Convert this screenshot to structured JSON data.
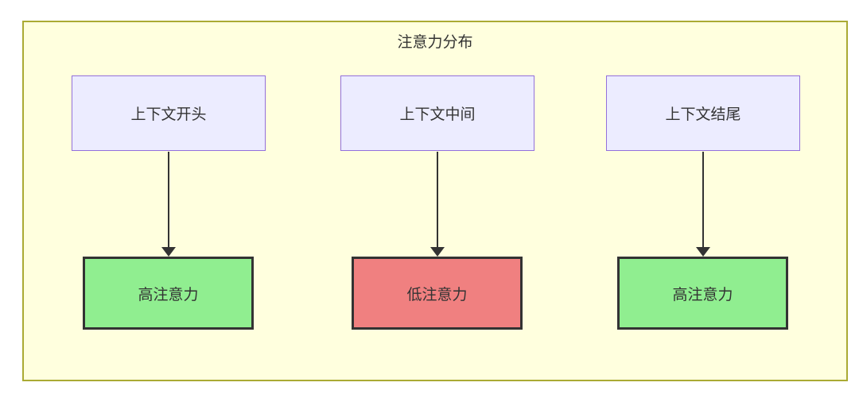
{
  "diagram": {
    "title": "注意力分布",
    "nodes": {
      "top": [
        {
          "label": "上下文开头"
        },
        {
          "label": "上下文中间"
        },
        {
          "label": "上下文结尾"
        }
      ],
      "bottom": [
        {
          "label": "高注意力",
          "level": "high"
        },
        {
          "label": "低注意力",
          "level": "low"
        },
        {
          "label": "高注意力",
          "level": "high"
        }
      ]
    },
    "edges": [
      {
        "from": "上下文开头",
        "to": "高注意力"
      },
      {
        "from": "上下文中间",
        "to": "低注意力"
      },
      {
        "from": "上下文结尾",
        "to": "高注意力"
      }
    ],
    "colors": {
      "container_background": "#FFFFDE",
      "container_border": "#AAAA33",
      "top_node_fill": "#ECECFF",
      "top_node_border": "#9370DB",
      "high_attention_fill": "#90EE90",
      "low_attention_fill": "#F08080",
      "dark_node_border": "#333333",
      "arrow": "#333333",
      "text": "#333333"
    }
  }
}
